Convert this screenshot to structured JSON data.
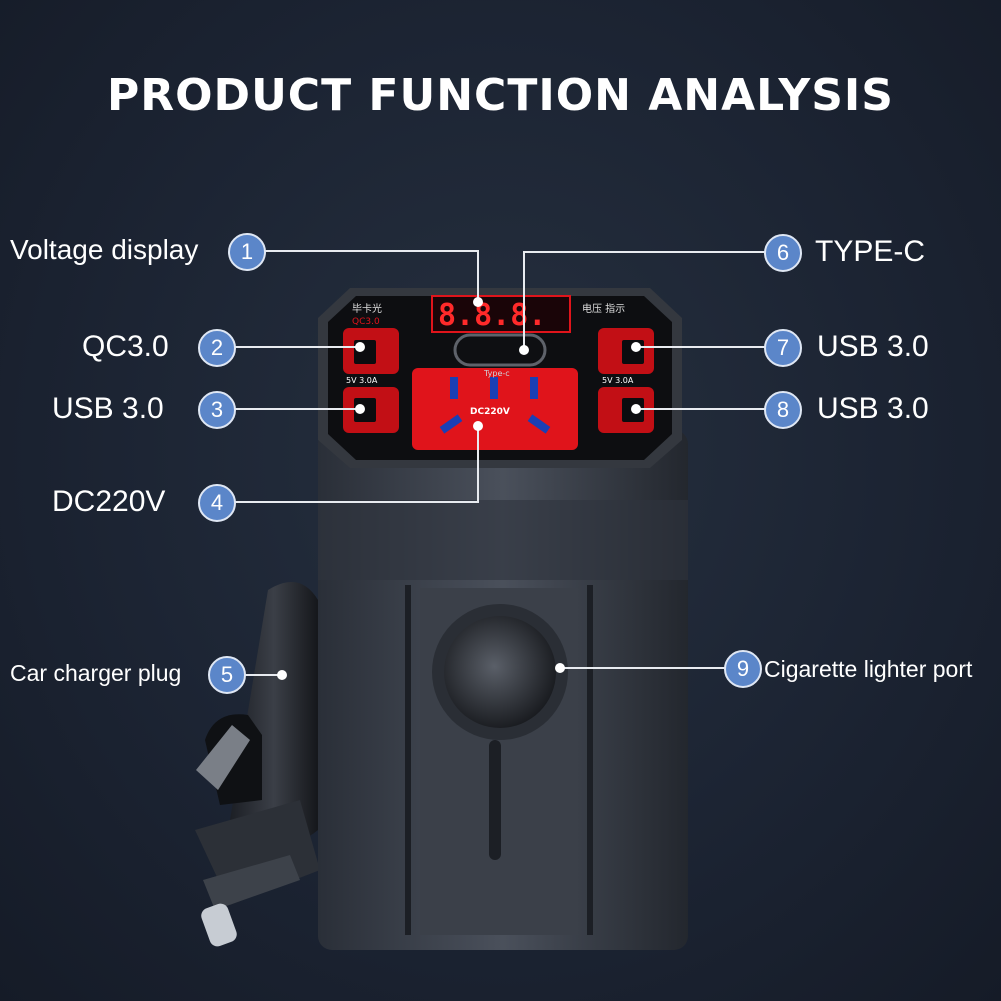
{
  "title": "PRODUCT FUNCTION ANALYSIS",
  "callouts": [
    {
      "number": "1",
      "label": "Voltage display"
    },
    {
      "number": "2",
      "label": "QC3.0"
    },
    {
      "number": "3",
      "label": "USB 3.0"
    },
    {
      "number": "4",
      "label": "DC220V"
    },
    {
      "number": "5",
      "label": "Car charger plug"
    },
    {
      "number": "6",
      "label": "TYPE-C"
    },
    {
      "number": "7",
      "label": "USB 3.0"
    },
    {
      "number": "8",
      "label": "USB 3.0"
    },
    {
      "number": "9",
      "label": "Cigarette lighter port"
    }
  ],
  "device": {
    "display_digits": "8.8.8.",
    "panel_label_qc": "QC3.0",
    "panel_label_left_rating": "5V 3.0A",
    "panel_label_right_rating": "5V 3.0A",
    "panel_label_typec": "Type-c",
    "panel_label_dc": "DC220V",
    "panel_label_voltage": "电压 指示",
    "brand_mark": "毕卡光"
  },
  "colors": {
    "background": "#1c2433",
    "badge": "#5b86c9",
    "socket_red": "#e0141b",
    "leader_line": "#e8ebf0"
  }
}
